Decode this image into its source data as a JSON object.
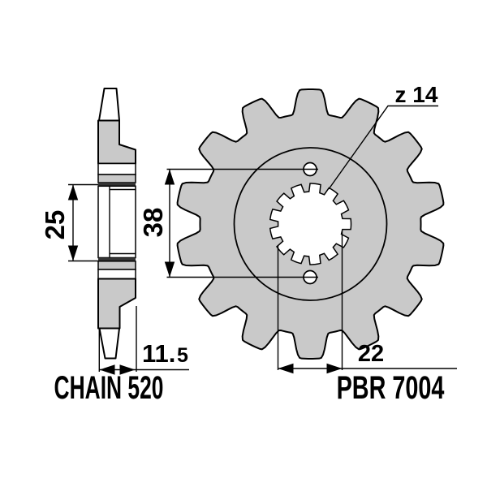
{
  "labels": {
    "chain_type": "CHAIN 520",
    "part_number": "PBR 7004",
    "teeth_count": "z 14"
  },
  "dimensions": {
    "hub_section_length": "25",
    "bolt_hole_spacing": "38",
    "overall_width_value": "11.5",
    "overall_width_main": "11.",
    "overall_width_small": "5",
    "spline_bore_diameter": "22"
  },
  "colors": {
    "body_fill": "#c9c9c9",
    "outline": "#000000",
    "background": "#ffffff",
    "dark_band": "#333333"
  }
}
